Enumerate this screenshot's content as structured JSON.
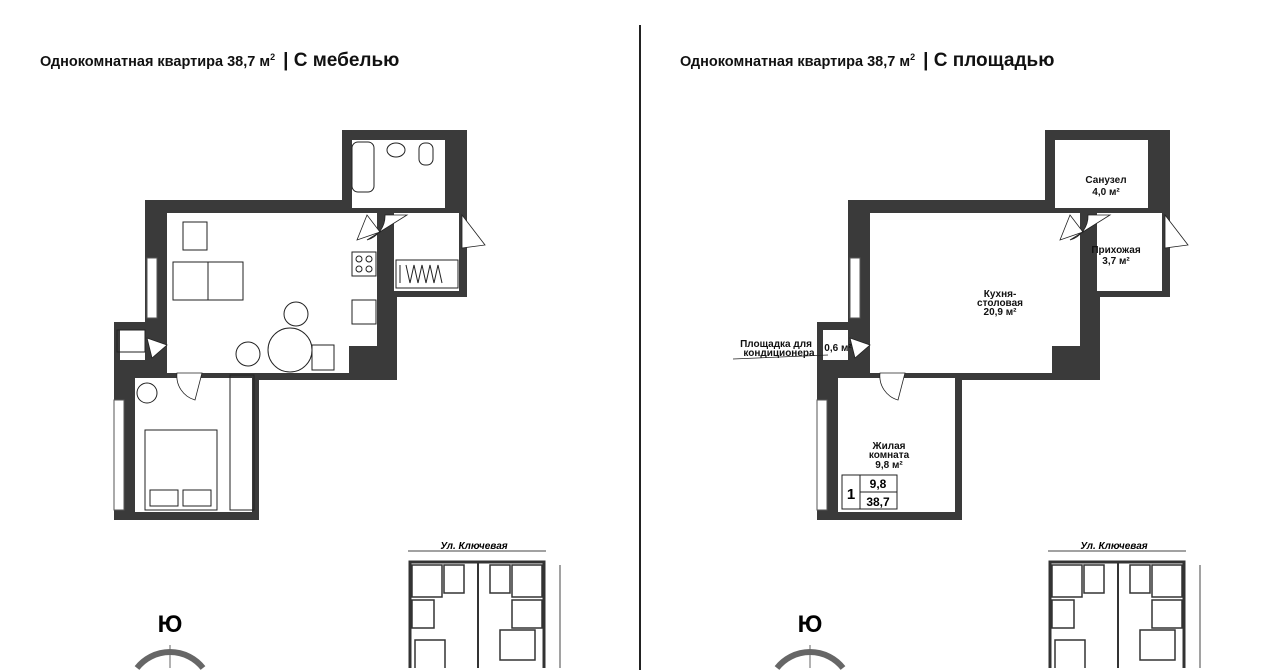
{
  "left": {
    "title": "Однокомнатная квартира 38,7 м",
    "title_sup": "2",
    "subtitle": "| С мебелью",
    "compass_letter": "Ю",
    "street": "Ул. Ключевая"
  },
  "right": {
    "title": "Однокомнатная квартира 38,7 м",
    "title_sup": "2",
    "subtitle": "| С площадью",
    "compass_letter": "Ю",
    "street": "Ул. Ключевая",
    "rooms": {
      "bathroom": {
        "name": "Санузел",
        "area": "4,0 м²"
      },
      "hallway": {
        "name": "Прихожая",
        "area": "3,7 м²"
      },
      "kitchen": {
        "name1": "Кухня-",
        "name2": "столовая",
        "area": "20,9 м²"
      },
      "ac": {
        "name1": "Площадка для",
        "name2": "кондиционера",
        "area": "0,6 м²"
      },
      "living": {
        "name1": "Жилая",
        "name2": "комната",
        "area": "9,8 м²"
      }
    },
    "summary": {
      "rooms": "1",
      "living_area": "9,8",
      "total_area": "38,7"
    }
  },
  "colors": {
    "wall": "#3a3a3a",
    "ink": "#111111"
  }
}
